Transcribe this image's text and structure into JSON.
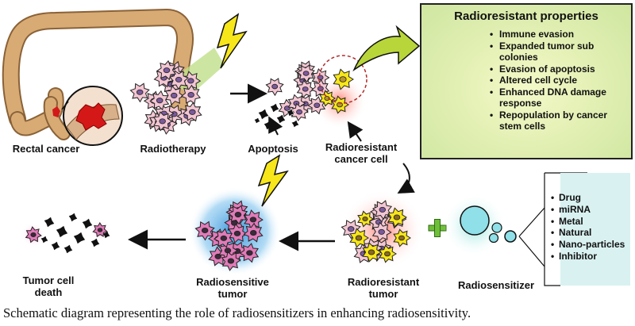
{
  "labels": {
    "rectal_cancer": "Rectal cancer",
    "radiotherapy": "Radiotherapy",
    "apoptosis": "Apoptosis",
    "radioresistant_cancer_cell": "Radioresistant\ncancer cell",
    "tumor_cell_death": "Tumor cell\ndeath",
    "radiosensitive_tumor": "Radiosensitive\ntumor",
    "radioresistant_tumor": "Radioresistant\ntumor",
    "radiosensitizer": "Radiosensitizer"
  },
  "properties": {
    "title": "Radioresistant properties",
    "items": [
      "Immune evasion",
      "Expanded tumor sub colonies",
      "Evasion of apoptosis",
      "Altered cell cycle",
      "Enhanced DNA damage response",
      "Repopulation by cancer stem cells"
    ]
  },
  "radiosensitizers": {
    "items": [
      "Drug",
      "miRNA",
      "Metal",
      "Natural",
      "Nano-particles",
      "Inhibitor"
    ]
  },
  "caption": "Schematic diagram representing the role of radiosensitizers in enhancing radiosensitivity.",
  "colors": {
    "normal_cell": "#f2c6d2",
    "nucleus": "#7b5a9c",
    "resistant_cell": "#f7e61a",
    "sensitive_cell": "#e07bb8",
    "green_arrow": "#b8d63a",
    "colon": "#cfa06a",
    "lightning": "#f7e61a"
  }
}
